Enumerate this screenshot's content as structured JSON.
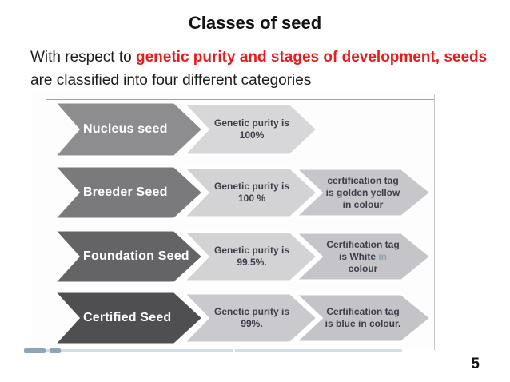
{
  "slide": {
    "title": "Classes of seed",
    "intro": {
      "text_before": "With respect to ",
      "highlight": "genetic purity and stages of development, seeds",
      "text_after": "are classified into four different categories"
    },
    "page_number": "5"
  },
  "colors": {
    "highlight_red": "#e81b1d",
    "body_text": "#1d1d1d",
    "arrow_text": "#3d3d49",
    "muted_text": "#93a2b2",
    "label_text": "#ffffff",
    "diagram_border": "#c4c4c8",
    "diagram_topline": "#a3a3a6",
    "progress_track": "#d2dde5",
    "progress_watched": "#8fa5b5"
  },
  "diagram": {
    "rows": [
      {
        "label": "Nucleus seed",
        "label_color": "#8d8d90",
        "arrows": [
          {
            "color": "#d7d7d9",
            "lines": [
              "Genetic purity is",
              "100%"
            ]
          }
        ]
      },
      {
        "label": "Breeder Seed",
        "label_color": "#7a7a7d",
        "arrows": [
          {
            "color": "#d3d3d6",
            "lines": [
              "Genetic purity is",
              "100 %"
            ]
          },
          {
            "color": "#c7c7cb",
            "lines": [
              "certification tag",
              "is golden yellow",
              "in colour"
            ]
          }
        ]
      },
      {
        "label": "Foundation Seed",
        "label_color": "#646467",
        "arrows": [
          {
            "color": "#d3d3d6",
            "lines": [
              "Genetic purity is",
              "99.5%."
            ]
          },
          {
            "color": "#c5c5c9",
            "lines": [
              "Certification tag",
              {
                "segments": [
                  {
                    "text": "is White ",
                    "muted": false
                  },
                  {
                    "text": "in",
                    "muted": true
                  }
                ]
              },
              "colour"
            ]
          }
        ]
      },
      {
        "label": "Certified Seed",
        "label_color": "#4f4f52",
        "arrows": [
          {
            "color": "#cacace",
            "lines": [
              "Genetic purity is",
              "99%."
            ]
          },
          {
            "color": "#c4c4c8",
            "lines": [
              "Certification tag",
              "is blue in colour."
            ]
          }
        ]
      }
    ]
  }
}
